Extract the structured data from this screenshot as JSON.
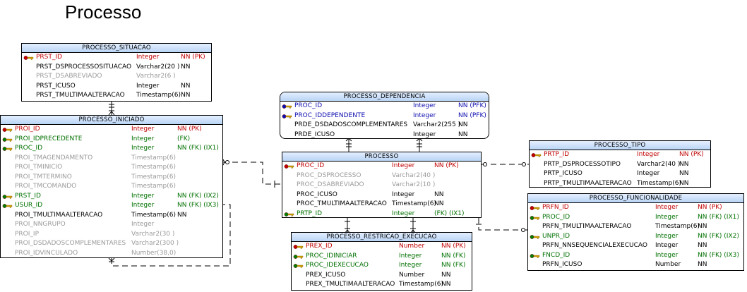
{
  "title": "Processo",
  "colors": {
    "pk": "#c00000",
    "fk": "#007000",
    "pfk": "#1010b0",
    "optional": "#9a9a9a",
    "header": "#b9d4f5"
  },
  "entities": {
    "situacao": {
      "name": "PROCESSO_SITUACAO",
      "rows": [
        {
          "key": "pk",
          "style": "pk",
          "name": "PRST_ID",
          "type": "Integer",
          "constraint": "NN (PK)"
        },
        {
          "key": "",
          "style": "n",
          "name": "PRST_DSPROCESSOSITUACAO",
          "type": "Varchar2(20 )",
          "constraint": "NN"
        },
        {
          "key": "",
          "style": "g",
          "name": "PRST_DSABREVIADO",
          "type": "Varchar2(6 )",
          "constraint": ""
        },
        {
          "key": "",
          "style": "n",
          "name": "PRST_ICUSO",
          "type": "Integer",
          "constraint": "NN"
        },
        {
          "key": "",
          "style": "n",
          "name": "PRST_TMULTIMAALTERACAO",
          "type": "Timestamp(6)",
          "constraint": "NN"
        }
      ]
    },
    "iniciado": {
      "name": "PROCESSO_INICIADO",
      "rows": [
        {
          "key": "pk",
          "style": "pk",
          "name": "PROI_ID",
          "type": "Integer",
          "constraint": "NN (PK)"
        },
        {
          "key": "fk",
          "style": "fk",
          "name": "PROI_IDPRECEDENTE",
          "type": "Integer",
          "constraint": "(FK)"
        },
        {
          "key": "fk",
          "style": "fk",
          "name": "PROC_ID",
          "type": "Integer",
          "constraint": "NN (FK) (IX1)"
        },
        {
          "key": "",
          "style": "g",
          "name": "PROI_TMAGENDAMENTO",
          "type": "Timestamp(6)",
          "constraint": ""
        },
        {
          "key": "",
          "style": "g",
          "name": "PROI_TMINICIO",
          "type": "Timestamp(6)",
          "constraint": ""
        },
        {
          "key": "",
          "style": "g",
          "name": "PROI_TMTERMINO",
          "type": "Timestamp(6)",
          "constraint": ""
        },
        {
          "key": "",
          "style": "g",
          "name": "PROI_TMCOMANDO",
          "type": "Timestamp(6)",
          "constraint": ""
        },
        {
          "key": "fk",
          "style": "fk",
          "name": "PRST_ID",
          "type": "Integer",
          "constraint": "NN (FK) (IX2)"
        },
        {
          "key": "fk",
          "style": "fk",
          "name": "USUR_ID",
          "type": "Integer",
          "constraint": "NN (FK) (IX3)"
        },
        {
          "key": "",
          "style": "n",
          "name": "PROI_TMULTIMAALTERACAO",
          "type": "Timestamp(6)",
          "constraint": "NN"
        },
        {
          "key": "",
          "style": "g",
          "name": "PROI_NNGRUPO",
          "type": "Integer",
          "constraint": ""
        },
        {
          "key": "",
          "style": "g",
          "name": "PROI_IP",
          "type": "Varchar2(30 )",
          "constraint": ""
        },
        {
          "key": "",
          "style": "g",
          "name": "PROI_DSDADOSCOMPLEMENTARES",
          "type": "Varchar2(300 )",
          "constraint": ""
        },
        {
          "key": "",
          "style": "g",
          "name": "PROI_IDVINCULADO",
          "type": "Number(38,0)",
          "constraint": ""
        }
      ]
    },
    "dependencia": {
      "name": "PROCESSO_DEPENDENCIA",
      "rows": [
        {
          "key": "pfk",
          "style": "pfk",
          "name": "PROC_ID",
          "type": "Integer",
          "constraint": "NN (PFK)"
        },
        {
          "key": "pfk",
          "style": "pfk",
          "name": "PROC_IDDEPENDENTE",
          "type": "Integer",
          "constraint": "NN (PFK)"
        },
        {
          "key": "",
          "style": "n",
          "name": "PRDE_DSDADOSCOMPLEMENTARES",
          "type": "Varchar2(255 )",
          "constraint": "NN"
        },
        {
          "key": "",
          "style": "n",
          "name": "PRDE_ICUSO",
          "type": "Integer",
          "constraint": "NN"
        }
      ]
    },
    "processo": {
      "name": "PROCESSO",
      "rows": [
        {
          "key": "pk",
          "style": "pk",
          "name": "PROC_ID",
          "type": "Integer",
          "constraint": "NN (PK)"
        },
        {
          "key": "",
          "style": "g",
          "name": "PROC_DSPROCESSO",
          "type": "Varchar2(40 )",
          "constraint": ""
        },
        {
          "key": "",
          "style": "g",
          "name": "PROC_DSABREVIADO",
          "type": "Varchar2(10 )",
          "constraint": ""
        },
        {
          "key": "",
          "style": "n",
          "name": "PROC_ICUSO",
          "type": "Integer",
          "constraint": "NN"
        },
        {
          "key": "",
          "style": "n",
          "name": "PROC_TMULTIMAALTERACAO",
          "type": "Timestamp(6)",
          "constraint": "NN"
        },
        {
          "key": "fk",
          "style": "fk",
          "name": "PRTP_ID",
          "type": "Integer",
          "constraint": "(FK) (IX1)"
        }
      ]
    },
    "tipo": {
      "name": "PROCESSO_TIPO",
      "rows": [
        {
          "key": "pk",
          "style": "pk",
          "name": "PRTP_ID",
          "type": "Integer",
          "constraint": "NN (PK)"
        },
        {
          "key": "",
          "style": "n",
          "name": "PRTP_DSPROCESSOTIPO",
          "type": "Varchar2(40 )",
          "constraint": "NN"
        },
        {
          "key": "",
          "style": "n",
          "name": "PRTP_ICUSO",
          "type": "Integer",
          "constraint": "NN"
        },
        {
          "key": "",
          "style": "n",
          "name": "PRTP_TMULTIMAALTERACAO",
          "type": "Timestamp(6)",
          "constraint": "NN"
        }
      ]
    },
    "restricao": {
      "name": "PROCESSO_RESTRICAO_EXECUCAO",
      "rows": [
        {
          "key": "pk",
          "style": "pk",
          "name": "PREX_ID",
          "type": "Number",
          "constraint": "NN (PK)"
        },
        {
          "key": "fk",
          "style": "fk",
          "name": "PROC_IDINICIAR",
          "type": "Integer",
          "constraint": "NN (FK)"
        },
        {
          "key": "fk",
          "style": "fk",
          "name": "PROC_IDEXECUCAO",
          "type": "Integer",
          "constraint": "NN (FK)"
        },
        {
          "key": "",
          "style": "n",
          "name": "PREX_ICUSO",
          "type": "Number",
          "constraint": "NN"
        },
        {
          "key": "",
          "style": "n",
          "name": "PREX_TMULTIMAALTERACAO",
          "type": "Timestamp(6)",
          "constraint": "NN"
        }
      ]
    },
    "funcionalidade": {
      "name": "PROCESSO_FUNCIONALIDADE",
      "rows": [
        {
          "key": "pk",
          "style": "pk",
          "name": "PRFN_ID",
          "type": "Integer",
          "constraint": "NN (PK)"
        },
        {
          "key": "fk",
          "style": "fk",
          "name": "PROC_ID",
          "type": "Integer",
          "constraint": "NN (FK) (IX1)"
        },
        {
          "key": "",
          "style": "n",
          "name": "PRFN_TMULTIMAALTERACAO",
          "type": "Timestamp(6)",
          "constraint": "NN"
        },
        {
          "key": "fk",
          "style": "fk",
          "name": "UNPR_ID",
          "type": "Integer",
          "constraint": "NN (FK) (IX2)"
        },
        {
          "key": "",
          "style": "n",
          "name": "PRFN_NNSEQUENCIALEXECUCAO",
          "type": "Integer",
          "constraint": "NN"
        },
        {
          "key": "fk",
          "style": "fk",
          "name": "FNCD_ID",
          "type": "Integer",
          "constraint": "NN (FK) (IX3)"
        },
        {
          "key": "",
          "style": "n",
          "name": "PRFN_ICUSO",
          "type": "Number",
          "constraint": "NN"
        }
      ]
    }
  }
}
